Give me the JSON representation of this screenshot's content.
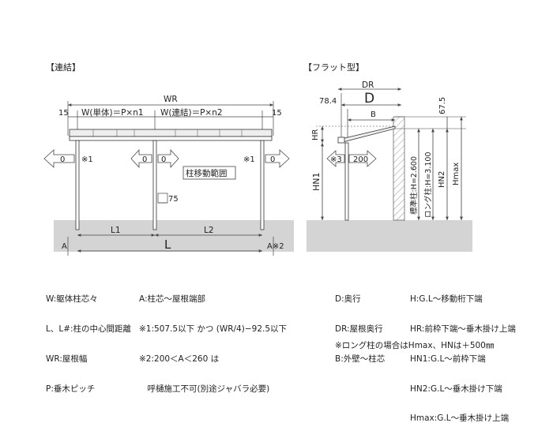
{
  "left_title": "【連結】",
  "right_title": "【フラット型】",
  "left_diagram": {
    "wr": "WR",
    "w_single": "W(単体)＝P×n1",
    "w_linked": "W(連結)＝P×n2",
    "edge_left": "15",
    "edge_right": "15",
    "move_range": "柱移動範囲",
    "arrow_left": "0",
    "note_1a": "※1",
    "arrow_mid_left": "0",
    "arrow_mid_right": "0",
    "note_1b": "※1",
    "arrow_right": "0",
    "dim_75": "75",
    "l1": "L1",
    "l2": "L2",
    "l": "L",
    "a_left": "A",
    "a_right": "A※2"
  },
  "right_diagram": {
    "dr": "DR",
    "d": "D",
    "d_offset": "78.4",
    "b": "B",
    "dim_675": "67.5",
    "hr": "HR",
    "hn1": "HN1",
    "note_3": "※3",
    "dim_200": "200",
    "std_post": "標準柱:H=2.600",
    "long_post": "ロング柱:H=3.100",
    "hn2": "HN2",
    "hmax": "Hmax"
  },
  "legend": {
    "col1": [
      "W:躯体柱芯々",
      "L、L#:柱の中心間距離",
      "WR:屋根幅",
      "P:垂木ピッチ"
    ],
    "col2": [
      "A:柱芯～屋根端部",
      "※1:507.5以下 かつ (WR/4)−92.5以下",
      "※2:200＜A＜260 は",
      "　呼樋施工不可(別途ジャバラ必要)"
    ],
    "col3": [
      "D:奥行",
      "DR:屋根奥行",
      "B:外壁～柱芯"
    ],
    "col4": [
      "H:G.L～移動桁下端",
      "HR:前枠下端～垂木掛け上端",
      "HN1:G.L～前枠下端",
      "HN2:G.L～垂木掛け下端",
      "Hmax:G.L～垂木掛け上端"
    ],
    "footnote": "※ロング柱の場合はHmax、HNは＋500㎜"
  }
}
